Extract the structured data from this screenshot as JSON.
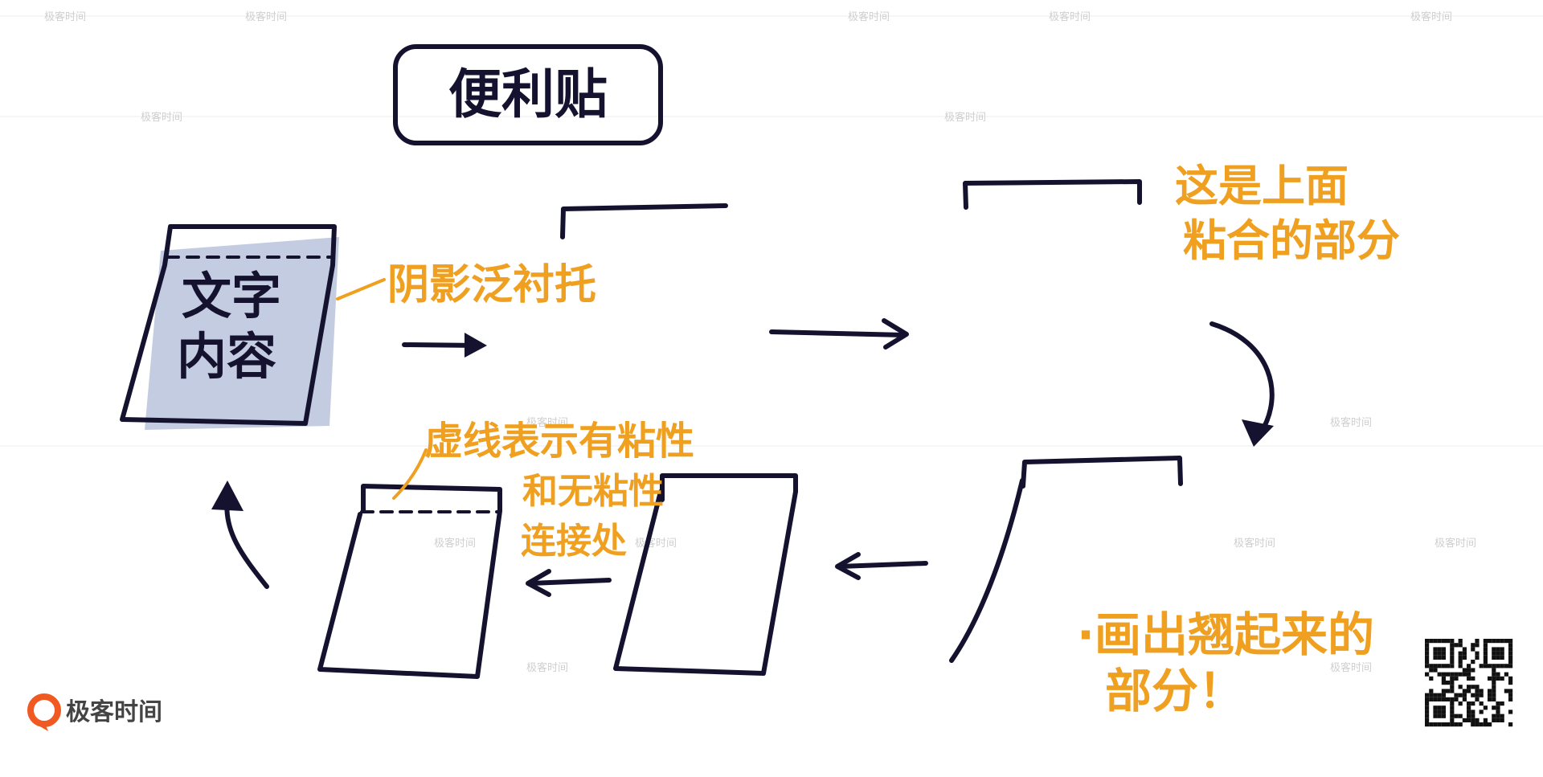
{
  "title": "便利贴",
  "sticky_note_text": [
    "文字",
    "内容"
  ],
  "annotations": {
    "shadow": "阴影泛衬托",
    "top_edge": [
      "这是上面",
      "粘合的部分"
    ],
    "dashed_line": "虚线表示有粘性",
    "joint": [
      "和无粘性",
      "连接处"
    ],
    "curl": [
      "·画出翘起来的",
      "部分！"
    ]
  },
  "watermark": "极客时间",
  "brand": {
    "name": "极客时间"
  },
  "colors": {
    "ink": "#14122e",
    "accent": "#f0a020",
    "shadow": "#c3cce0",
    "brand": "#f05a22"
  }
}
